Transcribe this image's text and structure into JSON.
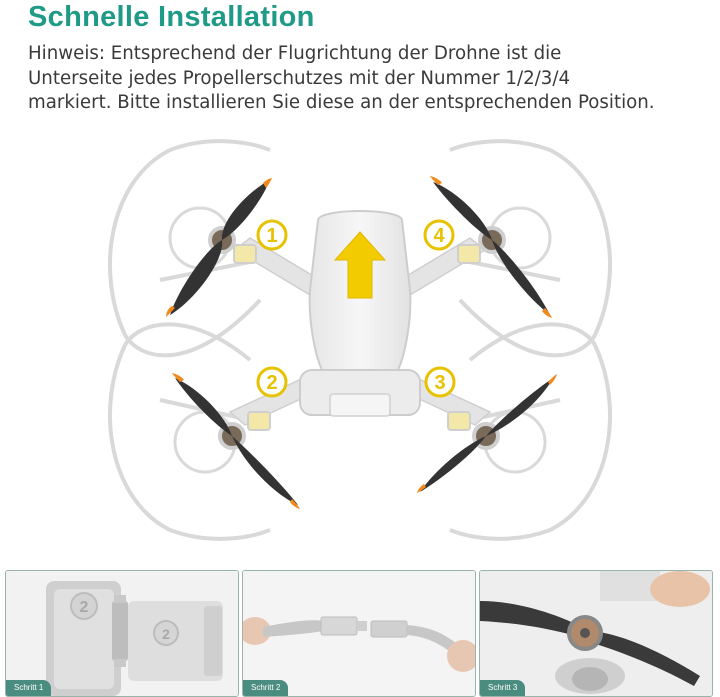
{
  "header": {
    "title": "Schnelle Installation",
    "note_lines": [
      "Hinweis: Entsprechend der Flugrichtung der Drohne ist die",
      "Unterseite jedes Propellerschutzes mit der Nummer 1/2/3/4",
      "markiert. Bitte installieren Sie diese an der entsprechenden Position."
    ]
  },
  "figure": {
    "position_badges": [
      "1",
      "4",
      "2",
      "3"
    ]
  },
  "steps": [
    {
      "label": "Schritt 1"
    },
    {
      "label": "Schritt 2"
    },
    {
      "label": "Schritt 3"
    }
  ],
  "colors": {
    "title": "#1f9a86",
    "badge": "#e7c200",
    "arrow": "#f2cc00",
    "propeller": "#333333",
    "propeller_tip": "#f08a1c",
    "guard": "#dcdcdc",
    "step_tag": "#4b8c80"
  }
}
